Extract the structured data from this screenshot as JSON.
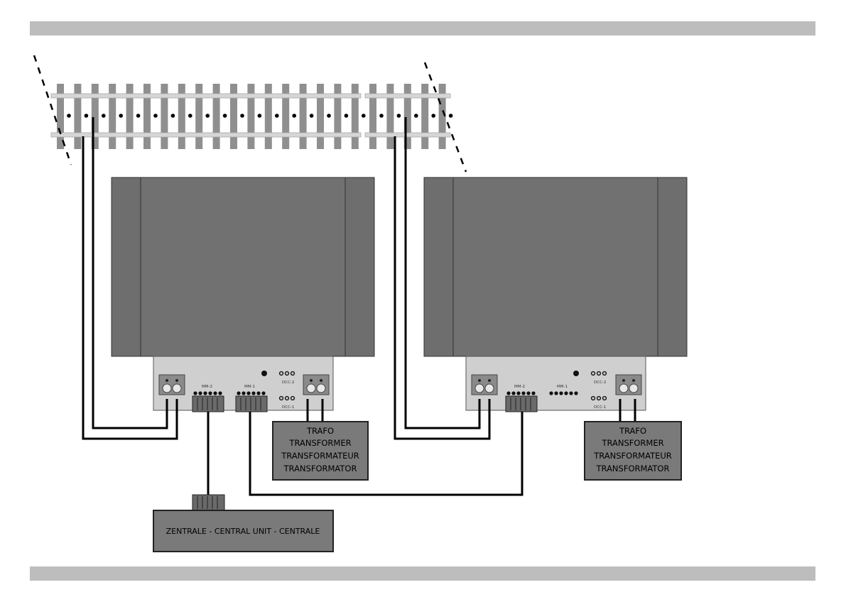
{
  "colors": {
    "band": "#bdbdbd",
    "module_body": "#6e6e6e",
    "module_panel": "#c9c9c9",
    "label_box": "#7a7a7a",
    "rail": "#d0d0d0",
    "sleeper": "#8f8f8f",
    "wire": "#000000",
    "terminal": "#8a8a8a"
  },
  "modules": [
    {
      "name": "module-left",
      "labels": {
        "mm_left": "MM-2",
        "mm_right": "MM-1",
        "dcc_top": "DCC-2",
        "dcc_bottom": "DCC-1"
      }
    },
    {
      "name": "module-right",
      "labels": {
        "mm_left": "MM-2",
        "mm_right": "MM-1",
        "dcc_top": "DCC-2",
        "dcc_bottom": "DCC-1"
      }
    }
  ],
  "transformer_box": {
    "lines": [
      "TRAFO",
      "TRANSFORMER",
      "TRANSFORMATEUR",
      "TRANSFORMATOR"
    ]
  },
  "central_unit": {
    "label": "ZENTRALE - CENTRAL UNIT - CENTRALE"
  },
  "icons": {
    "terminal": "screw-terminal-icon",
    "connector": "pin-connector-icon"
  }
}
